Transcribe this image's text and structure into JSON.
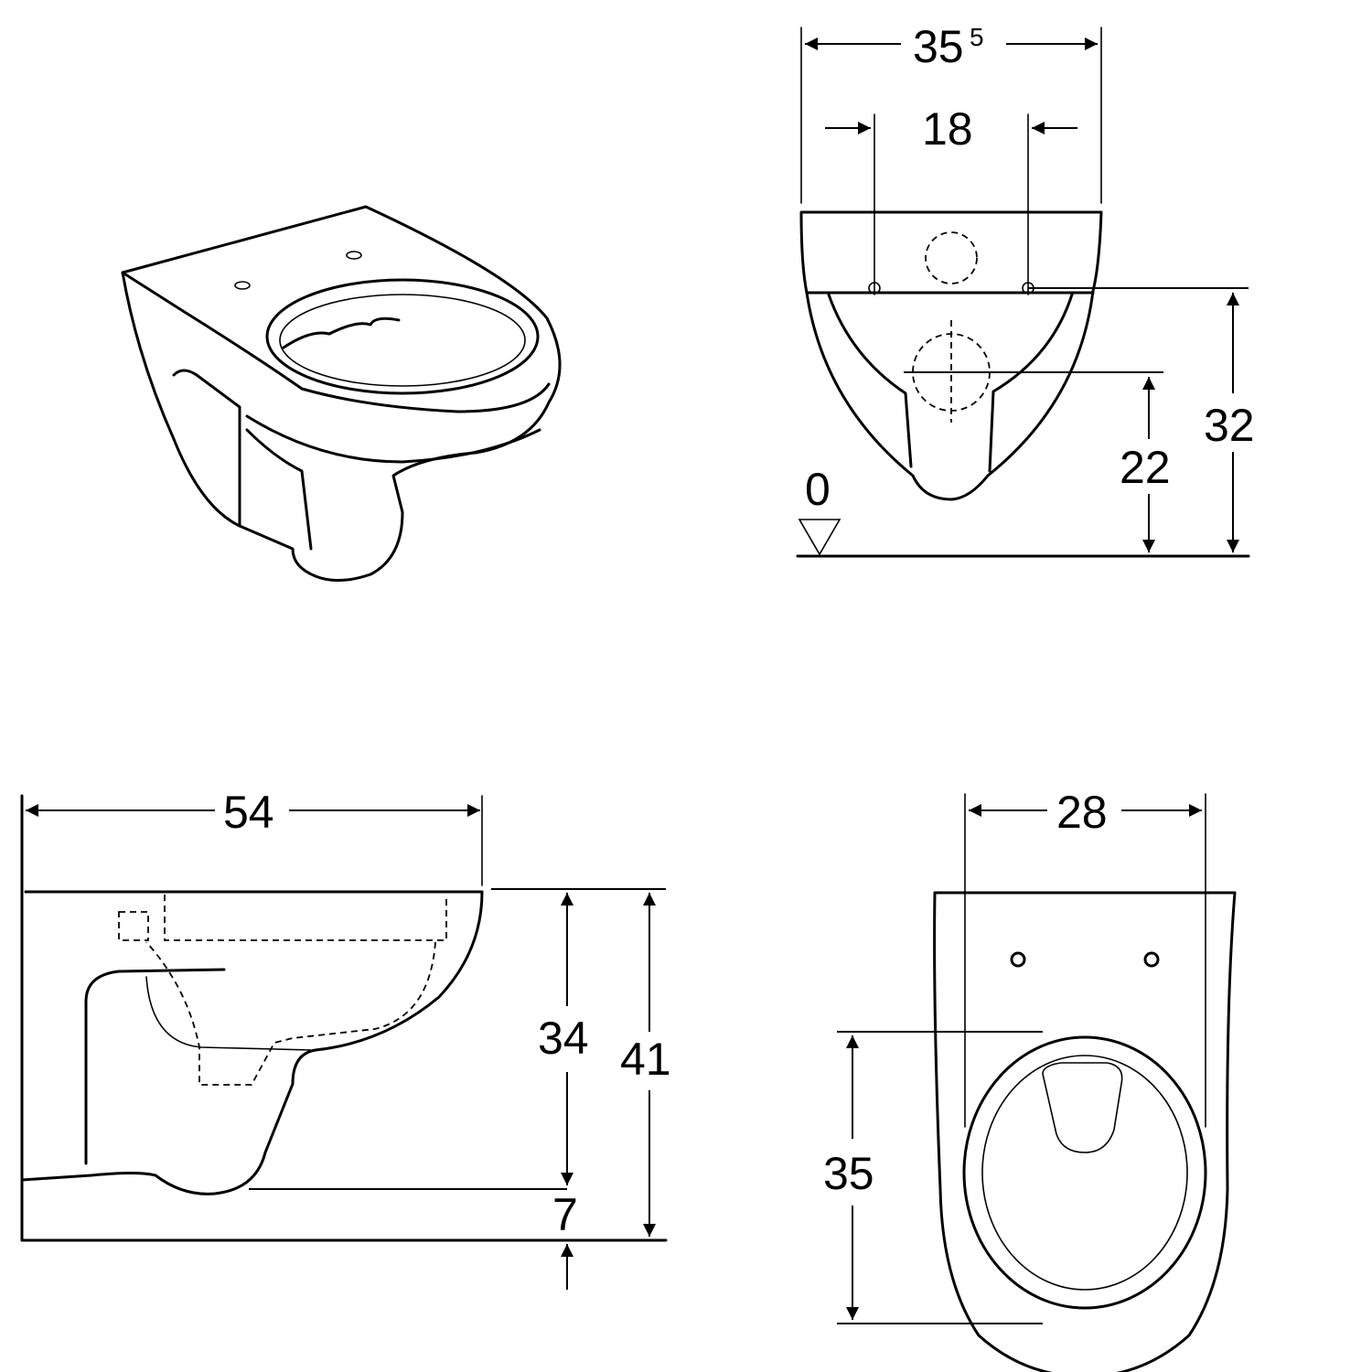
{
  "dimensions": {
    "front_width": "35",
    "front_width_sup": "5",
    "front_fixing_spacing": "18",
    "front_floor_level": "0",
    "front_outlet_height": "22",
    "front_fixing_height": "32",
    "side_length": "54",
    "side_bowl_height": "34",
    "side_total_height": "41",
    "side_clearance": "7",
    "top_fixing_width": "28",
    "top_bowl_length": "35"
  }
}
